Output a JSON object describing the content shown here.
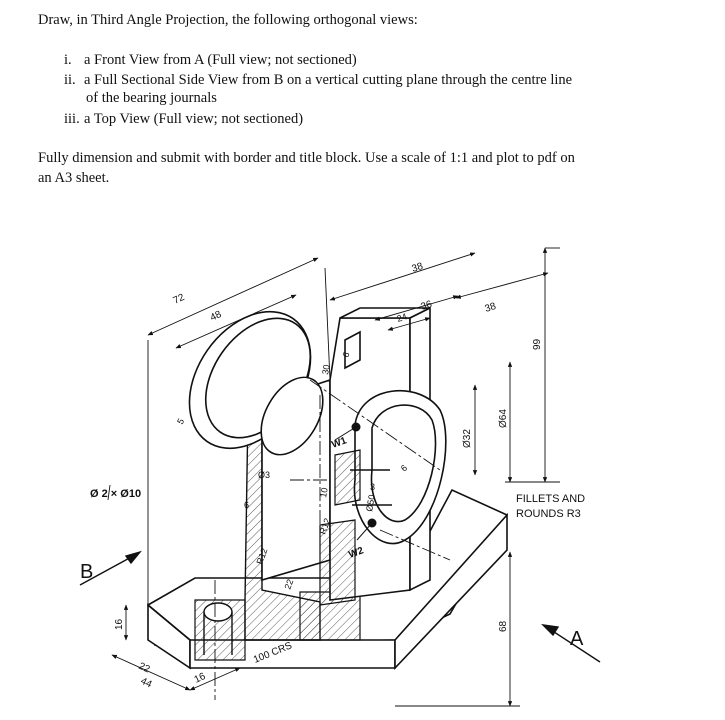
{
  "instructions": {
    "intro": "Draw, in Third Angle Projection, the following orthogonal views:",
    "items": [
      {
        "num": "i.",
        "text": "a Front View from A (Full view; not sectioned)"
      },
      {
        "num": "ii.",
        "text": "a Full Sectional Side View from B on a vertical cutting plane through the centre line",
        "cont": "of the bearing journals"
      },
      {
        "num": "iii.",
        "text": "a Top View (Full view; not sectioned)"
      }
    ],
    "para_line1": "Fully dimension and submit with border and title block. Use a scale of 1:1 and plot to pdf on",
    "para_line2": "an A3 sheet."
  },
  "drawing": {
    "view_labels": {
      "b": "B",
      "a": "A"
    },
    "hole_callout": "Ø 2 × Ø10",
    "fillets_line1": "FILLETS AND",
    "fillets_line2": "ROUNDS  R3",
    "dims": {
      "d72": "72",
      "d48": "48",
      "d38_top": "38",
      "d36": "36",
      "d24": "24",
      "d38_right": "38",
      "d99": "99",
      "d64": "Ø64",
      "d32": "Ø32",
      "d50": "Ø50",
      "d68": "68",
      "d16_left": "16",
      "d22_bottom": "22",
      "d44": "44",
      "d16_bottom": "16",
      "crs": "100 CRS",
      "r12_left": "R12",
      "r12_mid": "R12",
      "d22_mid": "22",
      "d10": "10",
      "d30": "30",
      "d3": "Ø3",
      "d6_left": "6",
      "d6_top": "6",
      "d6_right": "6",
      "d5": "5",
      "d3b": "3"
    },
    "w1": "W1",
    "w2": "W2"
  }
}
